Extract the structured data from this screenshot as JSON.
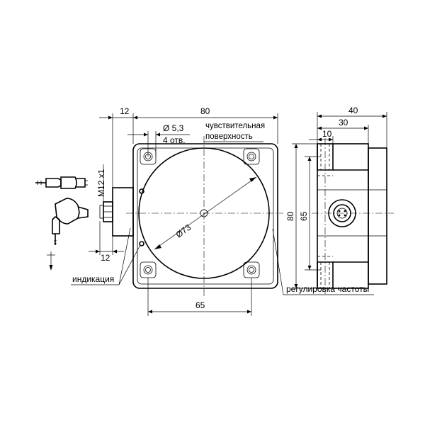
{
  "dimensions": {
    "front_width": "80",
    "connector_offset": "12",
    "connector_length": "12",
    "hole_dia": "Ø 5,3",
    "hole_count": "4 отв.",
    "face_dia": "Ø73",
    "hole_spacing_h": "65",
    "side_width": "40",
    "side_inner": "30",
    "side_step": "10",
    "side_height": "80",
    "side_hole_spacing": "65",
    "thread": "M12 x1"
  },
  "labels": {
    "sensing_line1": "чувствительная",
    "sensing_line2": "поверхность",
    "indication": "индикация",
    "frequency_adjust": "регулировка частоты"
  }
}
